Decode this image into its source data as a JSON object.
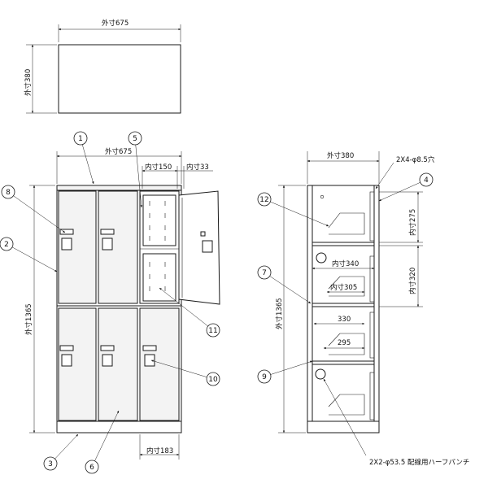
{
  "top_view": {
    "width_label": "外寸675",
    "depth_label": "外寸380"
  },
  "front_view": {
    "width_label": "外寸675",
    "height_label": "外寸1365",
    "inner_width_label": "内寸150",
    "door_thickness_label": "内寸33",
    "bottom_inner_label": "内寸183"
  },
  "side_view": {
    "depth_label": "外寸380",
    "holes_label": "2X4-φ8.5穴",
    "height_label": "外寸1365",
    "shelf_height_1": "内寸275",
    "shelf_height_2": "内寸320",
    "inner_depth_340": "内寸340",
    "inner_depth_305": "内寸305",
    "dim_330": "330",
    "dim_295": "295",
    "punch_label": "2X2-φ53.5 配線用ハーフパンチ"
  },
  "callouts": [
    "1",
    "2",
    "3",
    "4",
    "5",
    "6",
    "7",
    "8",
    "9",
    "10",
    "11",
    "12"
  ]
}
